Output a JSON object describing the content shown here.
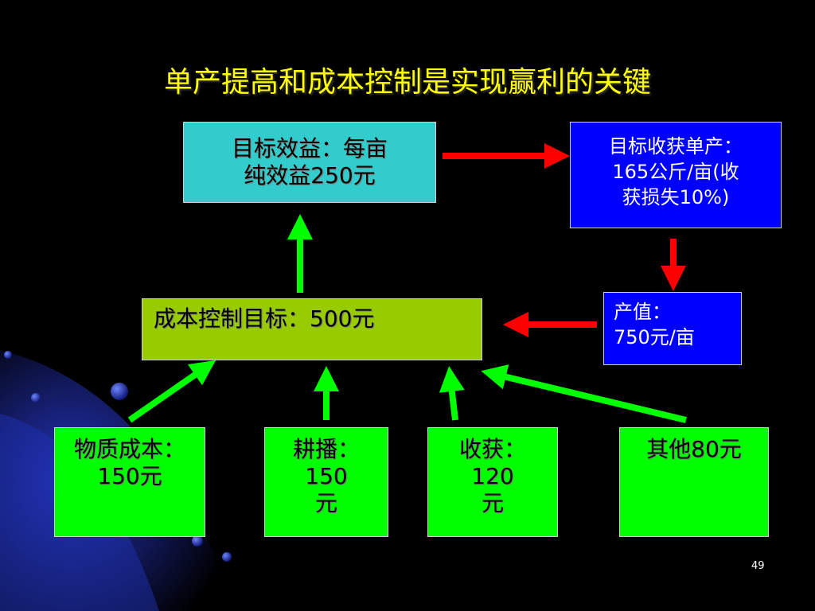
{
  "title": "单产提高和成本控制是实现赢利的关键",
  "boxes": {
    "target_benefit": {
      "line1": "目标效益：每亩",
      "line2": "纯效益250元"
    },
    "target_yield": {
      "line1": "目标收获单产：",
      "line2": "165公斤/亩(收",
      "line3": "获损失10%)"
    },
    "cost_target": {
      "line1": "成本控制目标：500元"
    },
    "output_value": {
      "line1": "产值：",
      "line2": "750元/亩"
    },
    "material_cost": {
      "line1": "物质成本：",
      "line2": "150元"
    },
    "sowing": {
      "line1": "耕播：",
      "line2": "150",
      "line3": "元"
    },
    "harvest": {
      "line1": "收获：",
      "line2": "120",
      "line3": "元"
    },
    "other": {
      "line1": "其他80元"
    }
  },
  "colors": {
    "title": "#ffff00",
    "cyan_box": "#33cccc",
    "blue_box": "#0000ff",
    "olive_box": "#99cc00",
    "green_box": "#00ff00",
    "red_arrow": "#ff0000",
    "green_arrow": "#00ff00"
  },
  "page_number": "49"
}
